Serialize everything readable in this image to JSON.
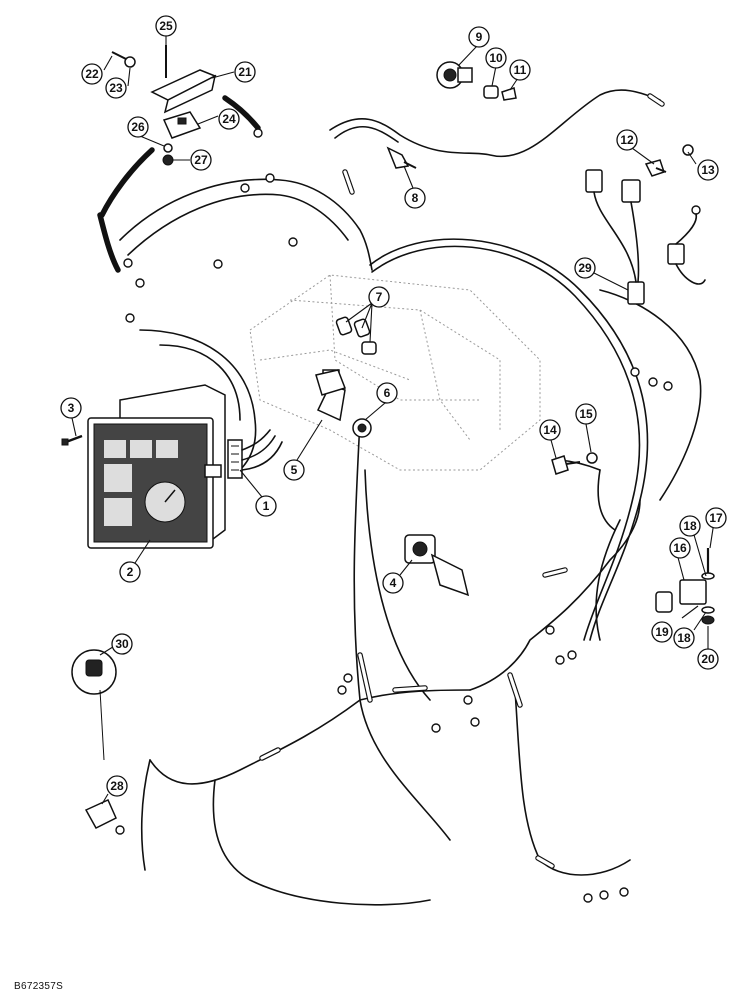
{
  "callouts": [
    {
      "id": "c1",
      "label": "1"
    },
    {
      "id": "c2",
      "label": "2"
    },
    {
      "id": "c3",
      "label": "3"
    },
    {
      "id": "c4",
      "label": "4"
    },
    {
      "id": "c5",
      "label": "5"
    },
    {
      "id": "c6",
      "label": "6"
    },
    {
      "id": "c7",
      "label": "7"
    },
    {
      "id": "c8",
      "label": "8"
    },
    {
      "id": "c9",
      "label": "9"
    },
    {
      "id": "c10",
      "label": "10"
    },
    {
      "id": "c11",
      "label": "11"
    },
    {
      "id": "c12",
      "label": "12"
    },
    {
      "id": "c13",
      "label": "13"
    },
    {
      "id": "c14",
      "label": "14"
    },
    {
      "id": "c15",
      "label": "15"
    },
    {
      "id": "c16",
      "label": "16"
    },
    {
      "id": "c17",
      "label": "17"
    },
    {
      "id": "c18a",
      "label": "18"
    },
    {
      "id": "c18b",
      "label": "18"
    },
    {
      "id": "c19",
      "label": "19"
    },
    {
      "id": "c20",
      "label": "20"
    },
    {
      "id": "c21",
      "label": "21"
    },
    {
      "id": "c22",
      "label": "22"
    },
    {
      "id": "c23",
      "label": "23"
    },
    {
      "id": "c24",
      "label": "24"
    },
    {
      "id": "c25",
      "label": "25"
    },
    {
      "id": "c26",
      "label": "26"
    },
    {
      "id": "c27",
      "label": "27"
    },
    {
      "id": "c28",
      "label": "28"
    },
    {
      "id": "c29",
      "label": "29"
    },
    {
      "id": "c30",
      "label": "30"
    }
  ],
  "reference_code": "B672357S"
}
